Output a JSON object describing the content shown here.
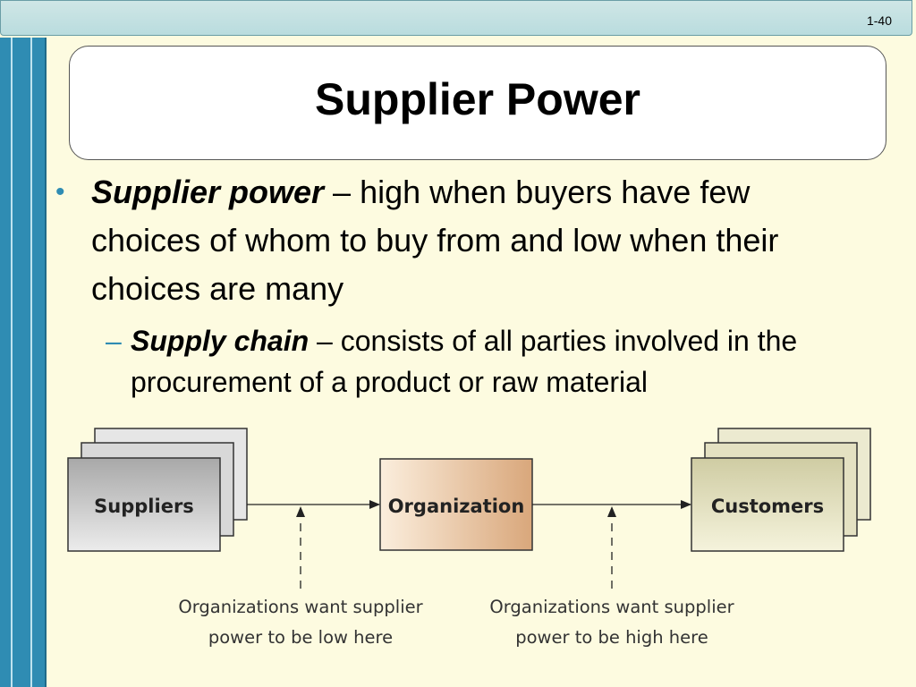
{
  "slide_number": "1-40",
  "title": "Supplier Power",
  "bullet1": {
    "term": "Supplier power",
    "text": " – high when buyers have few choices of whom to buy from and low when their choices are many"
  },
  "bullet2": {
    "term": "Supply chain",
    "text": " – consists of all parties involved in the procurement of a product or raw material"
  },
  "diagram": {
    "suppliers_label": "Suppliers",
    "organization_label": "Organization",
    "customers_label": "Customers",
    "note_left_line1": "Organizations want supplier",
    "note_left_line2": "power to be low here",
    "note_right_line1": "Organizations want supplier",
    "note_right_line2": "power to be high here"
  },
  "colors": {
    "background": "#fdfbe0",
    "accent_blue": "#2f8cb3",
    "suppliers_fill": "#c9c9c9",
    "organization_fill": "#eec9a8",
    "customers_fill": "#dedbb5"
  }
}
